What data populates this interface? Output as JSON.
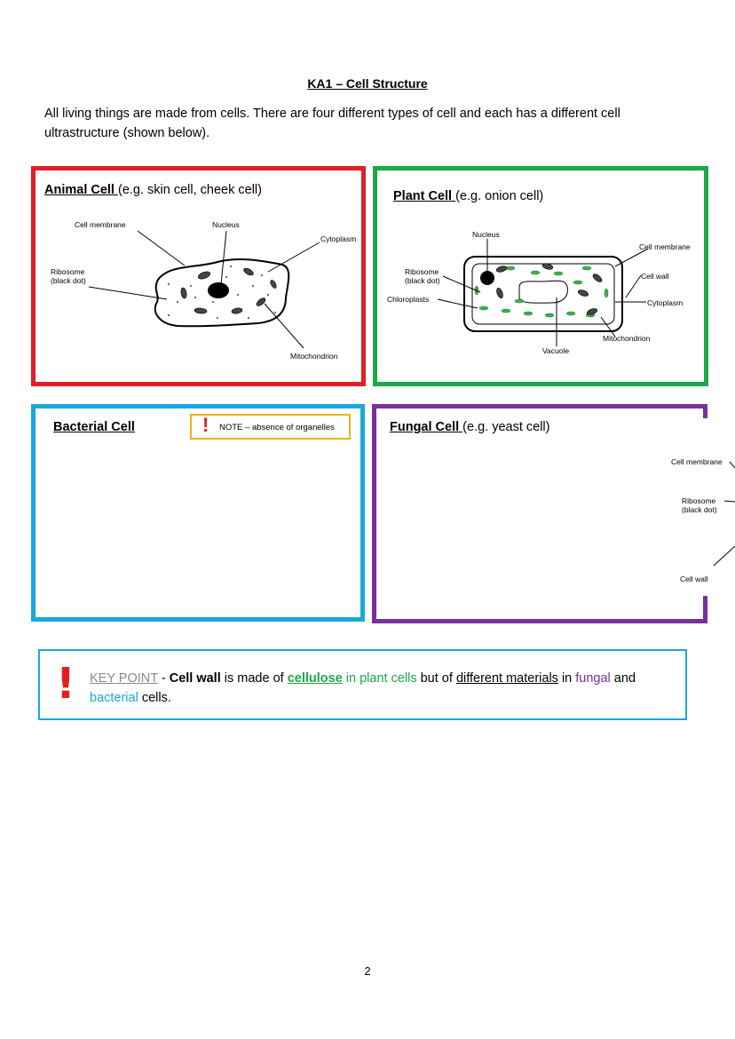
{
  "title": "KA1 – Cell Structure",
  "intro": "All living things are made from cells. There are four different types of cell and each has a different cell ultrastructure (shown below).",
  "colors": {
    "animal": "#e01f26",
    "plant": "#1ca84a",
    "bacterial": "#1aa8dc",
    "fungal": "#7a2f9a",
    "note": "#f0b21c",
    "alert": "#e02020"
  },
  "animal": {
    "heading": "Animal Cell ",
    "sub": "(e.g. skin cell, cheek cell)",
    "labels": {
      "membrane": "Cell membrane",
      "nucleus": "Nucleus",
      "cytoplasm": "Cytoplasm",
      "ribosome": "Ribosome\n(black dot)",
      "mito": "Mitochondrion"
    }
  },
  "plant": {
    "heading": "Plant Cell ",
    "sub": "(e.g. onion cell)",
    "labels": {
      "nucleus": "Nucleus",
      "membrane": "Cell membrane",
      "ribosome": "Ribosome\n(black dot)",
      "wall": "Cell wall",
      "chloroplasts": "Chloroplasts",
      "cytoplasm": "Cytoplasm",
      "mito": "Mitochondrion",
      "vacuole": "Vacuole"
    }
  },
  "bacterial": {
    "heading": "Bacterial Cell ",
    "note": "NOTE – absence of organelles",
    "note_icon": "exclamation-icon"
  },
  "fungal": {
    "heading": "Fungal Cell ",
    "sub": "(e.g. yeast cell)",
    "labels": {
      "membrane": "Cell membrane",
      "ribosome": "Ribosome\n(black dot)",
      "wall": "Cell wall"
    }
  },
  "key_point": {
    "icon": "exclamation-icon",
    "label": "KEY POINT",
    "dash": " - ",
    "cell_wall": "Cell wall",
    "t1": " is made of ",
    "cellulose": "cellulose",
    "in_plant": " in plant cells",
    "t2": " but of ",
    "different": "different materials",
    "t3": " in ",
    "fungal": "fungal",
    "and": " and ",
    "bacterial": "bacterial",
    "cells": " cells."
  },
  "page_number": "2"
}
